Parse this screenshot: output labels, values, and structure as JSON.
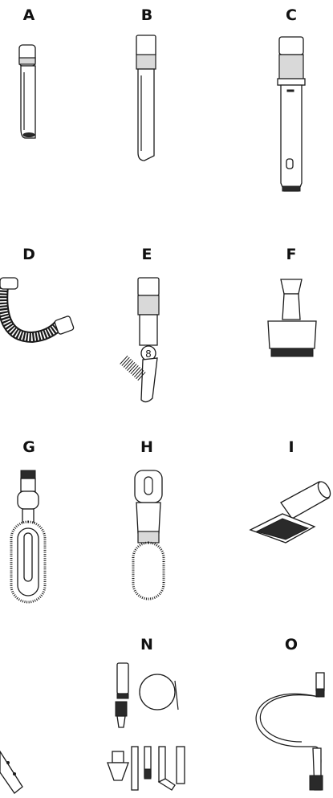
{
  "accessories": [
    {
      "letter": "A",
      "icon": "crevice-tool-short-icon"
    },
    {
      "letter": "B",
      "icon": "crevice-tool-long-icon"
    },
    {
      "letter": "C",
      "icon": "extension-wand-icon"
    },
    {
      "letter": "D",
      "icon": "flexible-hose-icon"
    },
    {
      "letter": "E",
      "icon": "dusting-brush-icon"
    },
    {
      "letter": "F",
      "icon": "upholstery-brush-icon"
    },
    {
      "letter": "G",
      "icon": "oval-brush-icon"
    },
    {
      "letter": "H",
      "icon": "round-brush-icon"
    },
    {
      "letter": "I",
      "icon": "upholstery-tool-icon"
    },
    {
      "letter": "",
      "icon": "flat-crevice-tool-icon"
    },
    {
      "letter": "N",
      "icon": "micro-tool-kit-icon"
    },
    {
      "letter": "O",
      "icon": "extension-hose-icon"
    }
  ]
}
